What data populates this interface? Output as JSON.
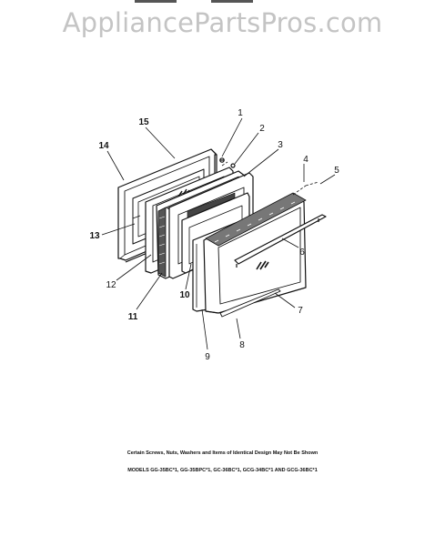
{
  "watermark": "AppliancePartsPros.com",
  "callouts": [
    "1",
    "2",
    "3",
    "4",
    "5",
    "6",
    "7",
    "8",
    "9",
    "10",
    "11",
    "12",
    "13",
    "14",
    "15"
  ],
  "footnote": "Certain Screws, Nuts, Washers and Items of Identical Design May Not Be Shown",
  "models": "MODELS GG-35BC*1, GG-35BPC*1, GC-36BC*1, GCG-34BC*1 AND GCG-36BC*1"
}
